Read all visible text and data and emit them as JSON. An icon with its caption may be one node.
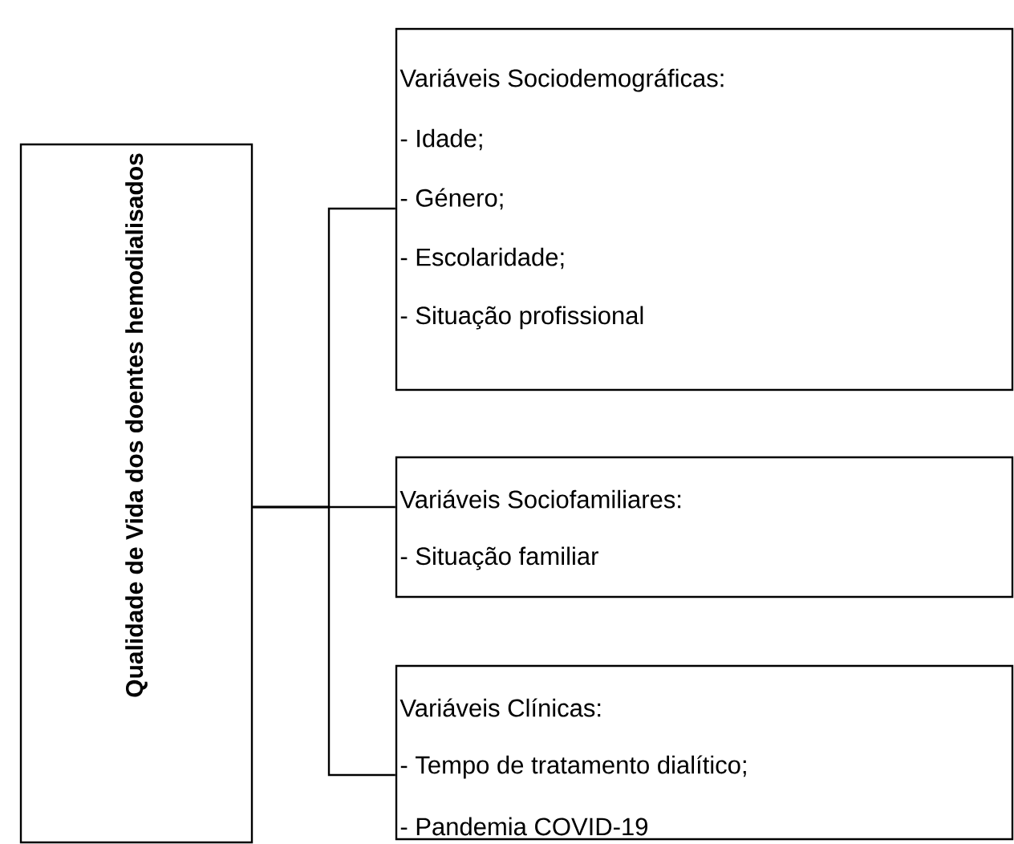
{
  "diagram": {
    "nodes": [
      {
        "text": [
          "Qualidade de Vida dos doentes hemodialisados"
        ]
      },
      {
        "text": [
          "Variáveis Sociodemográficas:",
          "- Idade;",
          "- Género;",
          "- Escolaridade;",
          "- Situação profissional"
        ]
      },
      {
        "text": [
          "Variáveis Sociofamiliares:",
          "- Situação familiar"
        ]
      },
      {
        "text": [
          "Variáveis Clínicas:",
          "- Tempo de tratamento dialítico;",
          "- Pandemia COVID-19"
        ]
      }
    ],
    "edges": [
      {
        "from": 0,
        "to": 1,
        "arrow": "none"
      },
      {
        "from": 0,
        "to": 2,
        "arrow": "none"
      },
      {
        "from": 0,
        "to": 3,
        "arrow": "none"
      }
    ]
  }
}
